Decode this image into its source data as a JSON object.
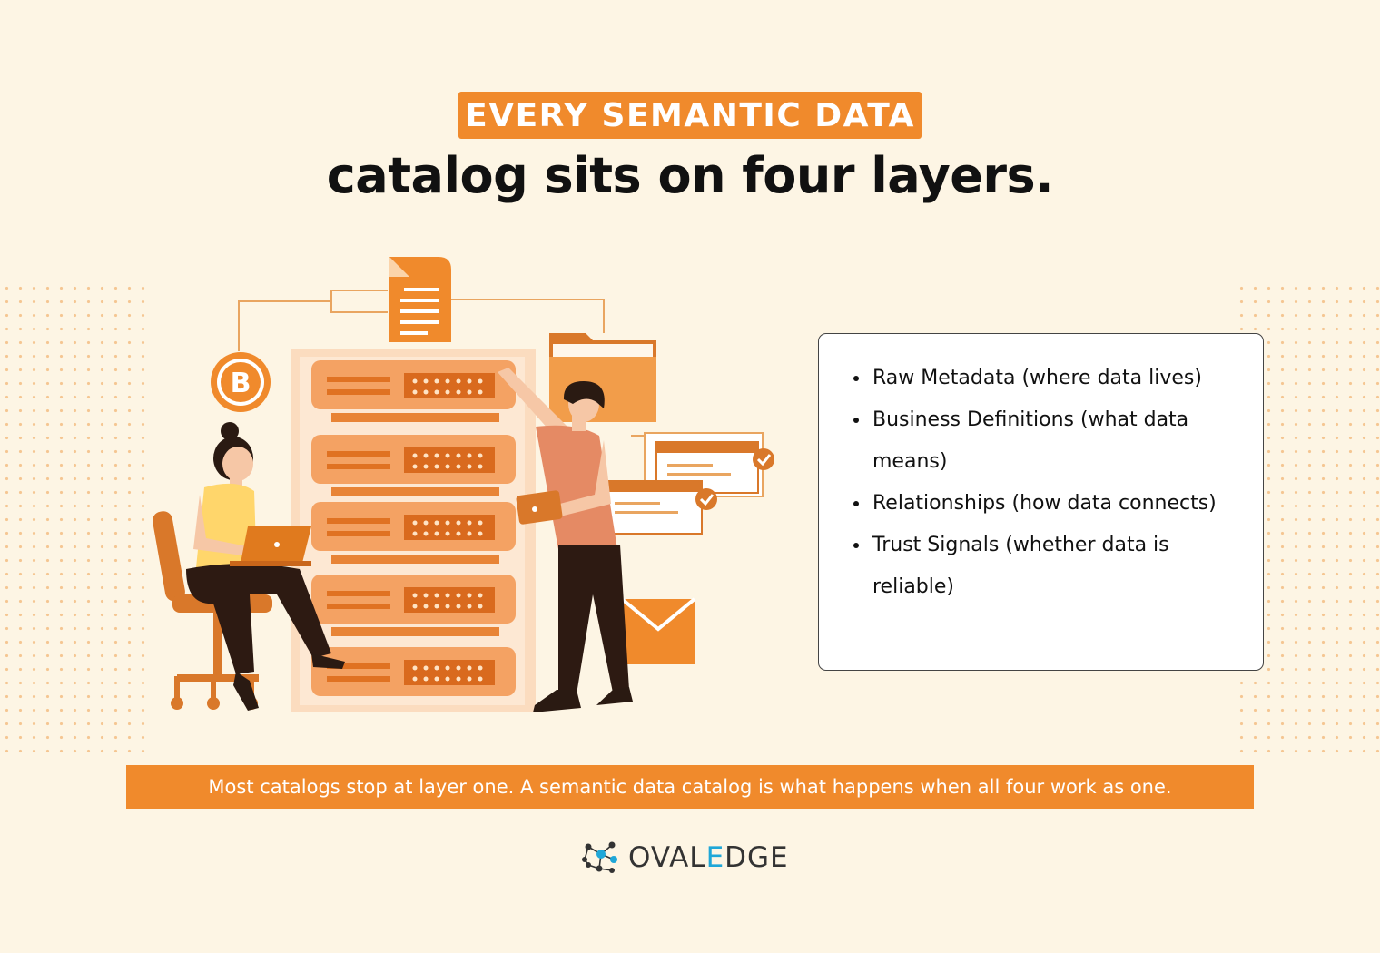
{
  "headline": {
    "tag": "EVERY SEMANTIC DATA",
    "main": "catalog sits on four layers."
  },
  "layers": [
    "Raw Metadata (where data lives)",
    "Business Definitions (what data means)",
    "Relationships (how data connects)",
    "Trust Signals (whether data is reliable)"
  ],
  "footer": "Most catalogs stop at layer one. A semantic data catalog is what happens when all four work as one.",
  "brand": {
    "prefix": "OVAL",
    "accent_letter": "E",
    "suffix": "DGE"
  },
  "colors": {
    "accent": "#f08a2c",
    "background": "#fdf5e4",
    "brand_accent": "#1fa7d8"
  },
  "icons": [
    "bitcoin-icon",
    "document-icon",
    "folder-icon",
    "envelope-icon",
    "check-icon",
    "laptop-icon",
    "tablet-icon"
  ]
}
